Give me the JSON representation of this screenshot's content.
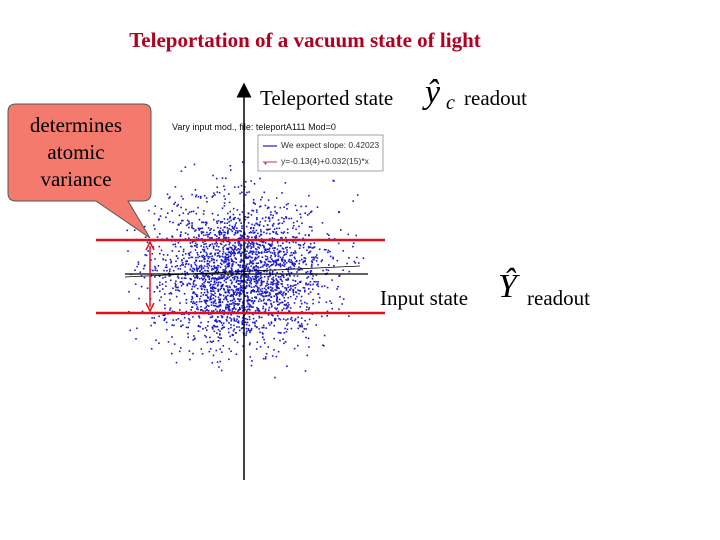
{
  "title": "Teleportation of a vacuum state of light",
  "labels": {
    "teleported_state": "Teleported state",
    "teleported_symbol": "ŷ",
    "teleported_subscript": "c",
    "teleported_readout": "readout",
    "input_state": "Input state",
    "input_symbol": "Ŷ",
    "input_readout": "readout"
  },
  "callout": {
    "line1": "determines",
    "line2": "atomic",
    "line3": "variance",
    "fill": "#f47a6e"
  },
  "plot": {
    "header": "Vary input mod., file: teleportA111 Mod=0",
    "legend": [
      {
        "label": "We expect slope: 0.42023"
      },
      {
        "label": "y=-0.13(4)+0.032(15)*x"
      }
    ],
    "point_color": "#1a1acc",
    "band_color": "#e0101a"
  }
}
